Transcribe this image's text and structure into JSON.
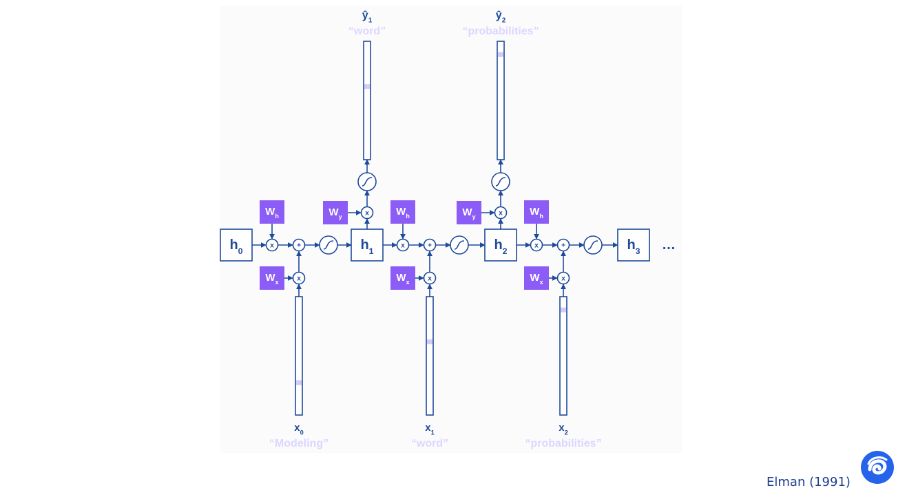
{
  "colors": {
    "line": "#1e4a9a",
    "weight_fill": "#8b5cf6",
    "caption": "#ddd6fe",
    "highlight": "#d7c9f7",
    "logo": "#2563eb"
  },
  "hidden_states": [
    {
      "base": "h",
      "sub": "0"
    },
    {
      "base": "h",
      "sub": "1"
    },
    {
      "base": "h",
      "sub": "2"
    },
    {
      "base": "h",
      "sub": "3"
    }
  ],
  "continuation": "…",
  "weights": {
    "hidden": {
      "base": "W",
      "sub": "h"
    },
    "input": {
      "base": "W",
      "sub": "x"
    },
    "output": {
      "base": "W",
      "sub": "y"
    }
  },
  "operators": {
    "multiply": "x",
    "add": "+"
  },
  "inputs": [
    {
      "base": "x",
      "sub": "0",
      "caption": "“Modeling”",
      "highlight": 0.74
    },
    {
      "base": "x",
      "sub": "1",
      "caption": "“word”",
      "highlight": 0.37
    },
    {
      "base": "x",
      "sub": "2",
      "caption": "“probabilities”",
      "highlight": 0.08
    }
  ],
  "outputs": [
    {
      "base": "ŷ",
      "sub": "1",
      "caption": "“word”",
      "highlight": 0.37
    },
    {
      "base": "ŷ",
      "sub": "2",
      "caption": "“probabilities”",
      "highlight": 0.08
    }
  ],
  "citation": "Elman (1991)",
  "logo_icon": "deepmind-logo-icon"
}
